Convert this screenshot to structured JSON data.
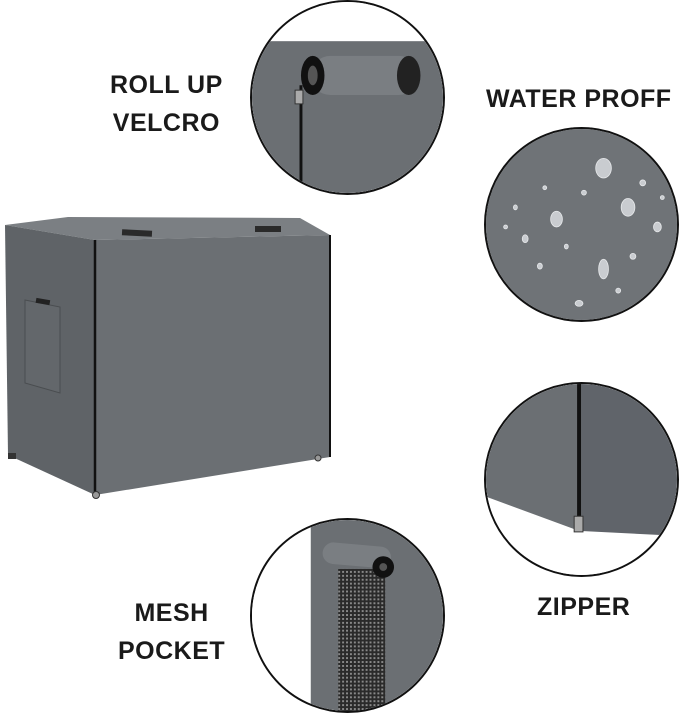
{
  "features": {
    "roll_up_velcro": {
      "line1": "ROLL UP",
      "line2": "VELCRO",
      "icon": "roll-up-velcro-detail"
    },
    "water_proof": {
      "text": "WATER PROFF",
      "icon": "water-droplets-detail"
    },
    "zipper": {
      "text": "ZIPPER",
      "icon": "zipper-detail"
    },
    "mesh_pocket": {
      "line1": "MESH",
      "line2": "POCKET",
      "icon": "mesh-pocket-detail"
    }
  },
  "colors": {
    "fabric": "#6b6f73",
    "fabric_dark": "#55595d",
    "zipper": "#111111",
    "outline": "#111111"
  }
}
